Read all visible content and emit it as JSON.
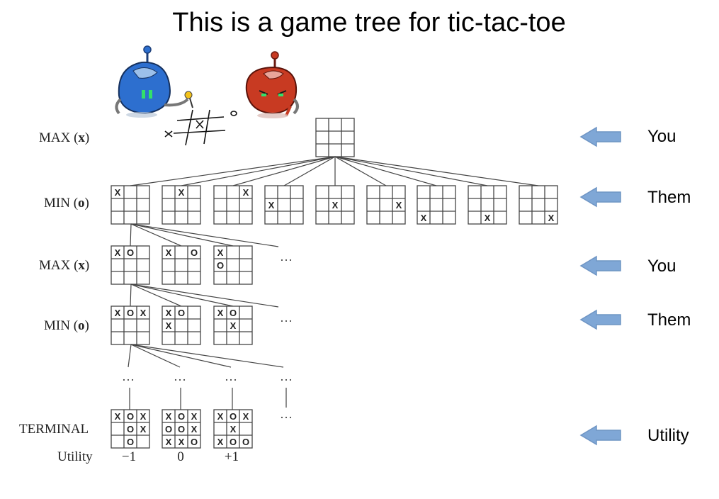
{
  "title": "This is a game tree for tic-tac-toe",
  "levels": [
    {
      "role": "MAX",
      "symbol": "x"
    },
    {
      "role": "MIN",
      "symbol": "o"
    },
    {
      "role": "MAX",
      "symbol": "x"
    },
    {
      "role": "MIN",
      "symbol": "o"
    },
    {
      "role": "TERMINAL",
      "symbol": ""
    }
  ],
  "utility_label": "Utility",
  "side_labels": [
    "You",
    "Them",
    "You",
    "Them",
    "Utility"
  ],
  "ellipsis": "…",
  "mark_x": "X",
  "mark_o": "O",
  "boards": {
    "root": [
      [
        "",
        "",
        ""
      ],
      [
        "",
        "",
        ""
      ],
      [
        "",
        "",
        ""
      ]
    ],
    "level1": [
      [
        [
          "X",
          "",
          ""
        ],
        [
          "",
          "",
          ""
        ],
        [
          "",
          "",
          ""
        ]
      ],
      [
        [
          "",
          "X",
          ""
        ],
        [
          "",
          "",
          ""
        ],
        [
          "",
          "",
          ""
        ]
      ],
      [
        [
          "",
          "",
          "X"
        ],
        [
          "",
          "",
          ""
        ],
        [
          "",
          "",
          ""
        ]
      ],
      [
        [
          "",
          "",
          ""
        ],
        [
          "X",
          "",
          ""
        ],
        [
          "",
          "",
          ""
        ]
      ],
      [
        [
          "",
          "",
          ""
        ],
        [
          "",
          "X",
          ""
        ],
        [
          "",
          "",
          ""
        ]
      ],
      [
        [
          "",
          "",
          ""
        ],
        [
          "",
          "",
          "X"
        ],
        [
          "",
          "",
          ""
        ]
      ],
      [
        [
          "",
          "",
          ""
        ],
        [
          "",
          "",
          ""
        ],
        [
          "X",
          "",
          ""
        ]
      ],
      [
        [
          "",
          "",
          ""
        ],
        [
          "",
          "",
          ""
        ],
        [
          "",
          "X",
          ""
        ]
      ],
      [
        [
          "",
          "",
          ""
        ],
        [
          "",
          "",
          ""
        ],
        [
          "",
          "",
          "X"
        ]
      ]
    ],
    "level2": [
      [
        [
          "X",
          "O",
          ""
        ],
        [
          "",
          "",
          ""
        ],
        [
          "",
          "",
          ""
        ]
      ],
      [
        [
          "X",
          "",
          "O"
        ],
        [
          "",
          "",
          ""
        ],
        [
          "",
          "",
          ""
        ]
      ],
      [
        [
          "X",
          "",
          ""
        ],
        [
          "O",
          "",
          ""
        ],
        [
          "",
          "",
          ""
        ]
      ]
    ],
    "level3": [
      [
        [
          "X",
          "O",
          "X"
        ],
        [
          "",
          "",
          ""
        ],
        [
          "",
          "",
          ""
        ]
      ],
      [
        [
          "X",
          "O",
          ""
        ],
        [
          "X",
          "",
          ""
        ],
        [
          "",
          "",
          ""
        ]
      ],
      [
        [
          "X",
          "O",
          ""
        ],
        [
          "",
          "X",
          ""
        ],
        [
          "",
          "",
          ""
        ]
      ]
    ],
    "terminal": [
      [
        [
          "X",
          "O",
          "X"
        ],
        [
          "",
          "O",
          "X"
        ],
        [
          "",
          "O",
          ""
        ]
      ],
      [
        [
          "X",
          "O",
          "X"
        ],
        [
          "O",
          "O",
          "X"
        ],
        [
          "X",
          "X",
          "O"
        ]
      ],
      [
        [
          "X",
          "O",
          "X"
        ],
        [
          "",
          "X",
          ""
        ],
        [
          "X",
          "O",
          "O"
        ]
      ]
    ]
  },
  "utilities": [
    "−1",
    "0",
    "+1"
  ],
  "colors": {
    "arrow_fill": "#7fa7d6",
    "arrow_stroke": "#6f95c4",
    "robot_blue": "#2d6fcf",
    "robot_red": "#c83a22"
  }
}
